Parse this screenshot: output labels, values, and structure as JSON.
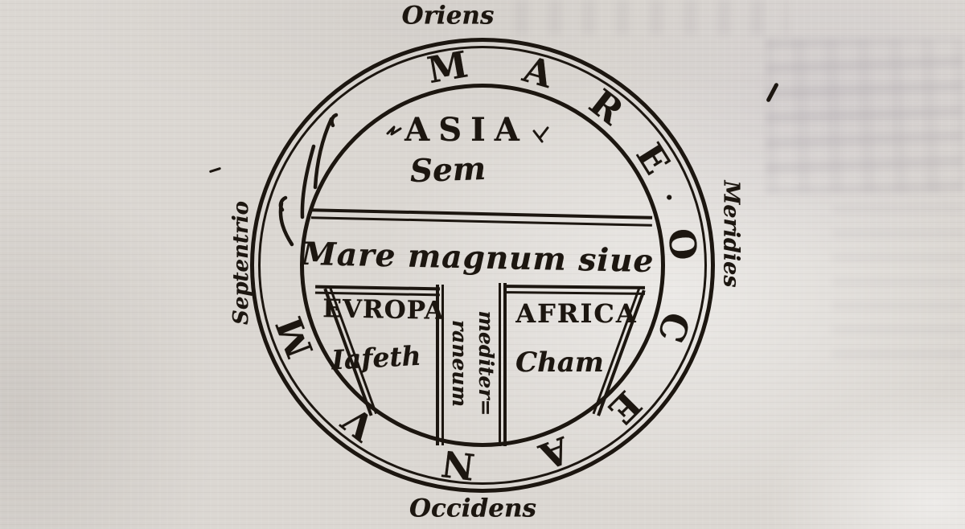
{
  "colors": {
    "paper": "#dbd7d2",
    "ink": "#1c1610"
  },
  "directions": {
    "top": "Oriens",
    "right": "Meridies",
    "bottom": "Occidens",
    "left": "Septentrio"
  },
  "ocean_ring": {
    "word": "MARE·OCEANVM",
    "letters": [
      {
        "ch": "M",
        "angle": -10
      },
      {
        "ch": "A",
        "angle": 16
      },
      {
        "ch": "R",
        "angle": 38
      },
      {
        "ch": "E",
        "angle": 58
      },
      {
        "ch": "·",
        "angle": 70,
        "radius": 247,
        "size": 32
      },
      {
        "ch": "O",
        "angle": 84
      },
      {
        "ch": "C",
        "angle": 108
      },
      {
        "ch": "E",
        "angle": 135
      },
      {
        "ch": "A",
        "angle": 159
      },
      {
        "ch": "N",
        "angle": 187
      },
      {
        "ch": "V",
        "angle": 218
      },
      {
        "ch": "M",
        "angle": 249
      }
    ]
  },
  "continents": {
    "asia": {
      "name": "ASIA",
      "patriarch": "Sem"
    },
    "europa": {
      "name": "EVROPA",
      "patriarch": "Iafeth"
    },
    "africa": {
      "name": "AFRICA",
      "patriarch": "Cham"
    }
  },
  "seas": {
    "mare_magnum": "Mare magnum siue",
    "mediterraneum_line1": "mediter=",
    "mediterraneum_line2": "raneum"
  }
}
